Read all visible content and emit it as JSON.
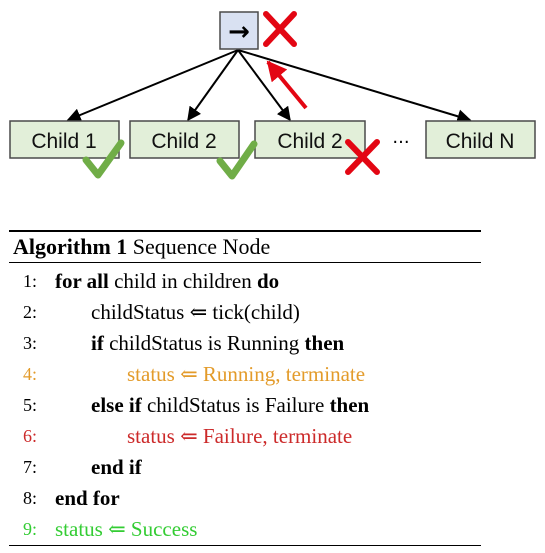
{
  "tree": {
    "root_symbol": "→",
    "children": [
      "Child 1",
      "Child 2",
      "Child 2",
      "Child N"
    ],
    "ellipsis": "···",
    "colors": {
      "node_fill": "#e2efd9",
      "node_border": "#4a4a4a",
      "root_fill": "#d9e1f2",
      "check": "#70ad47",
      "cross": "#e30613",
      "feedback_arrow": "#e30613"
    }
  },
  "algorithm": {
    "label": "Algorithm 1",
    "title": "Sequence Node",
    "lines": [
      {
        "num": "1:",
        "indent": 0,
        "color": "#000000",
        "parts": [
          {
            "t": "for all",
            "b": true
          },
          {
            "t": " child in children "
          },
          {
            "t": "do",
            "b": true
          }
        ]
      },
      {
        "num": "2:",
        "indent": 1,
        "color": "#000000",
        "parts": [
          {
            "t": "childStatus ⇐ tick(child)"
          }
        ]
      },
      {
        "num": "3:",
        "indent": 1,
        "color": "#000000",
        "parts": [
          {
            "t": "if",
            "b": true
          },
          {
            "t": " childStatus is Running "
          },
          {
            "t": "then",
            "b": true
          }
        ]
      },
      {
        "num": "4:",
        "indent": 2,
        "color": "#e39b2a",
        "parts": [
          {
            "t": "status ⇐ Running, terminate"
          }
        ]
      },
      {
        "num": "5:",
        "indent": 1,
        "color": "#000000",
        "parts": [
          {
            "t": "else if",
            "b": true
          },
          {
            "t": " childStatus is Failure "
          },
          {
            "t": "then",
            "b": true
          }
        ]
      },
      {
        "num": "6:",
        "indent": 2,
        "color": "#cc2a2a",
        "parts": [
          {
            "t": "status ⇐ Failure, terminate"
          }
        ]
      },
      {
        "num": "7:",
        "indent": 1,
        "color": "#000000",
        "parts": [
          {
            "t": "end if",
            "b": true
          }
        ]
      },
      {
        "num": "8:",
        "indent": 0,
        "color": "#000000",
        "parts": [
          {
            "t": "end for",
            "b": true
          }
        ]
      },
      {
        "num": "9:",
        "indent": 0,
        "color": "#33cc33",
        "parts": [
          {
            "t": "status ⇐ Success"
          }
        ]
      }
    ]
  }
}
